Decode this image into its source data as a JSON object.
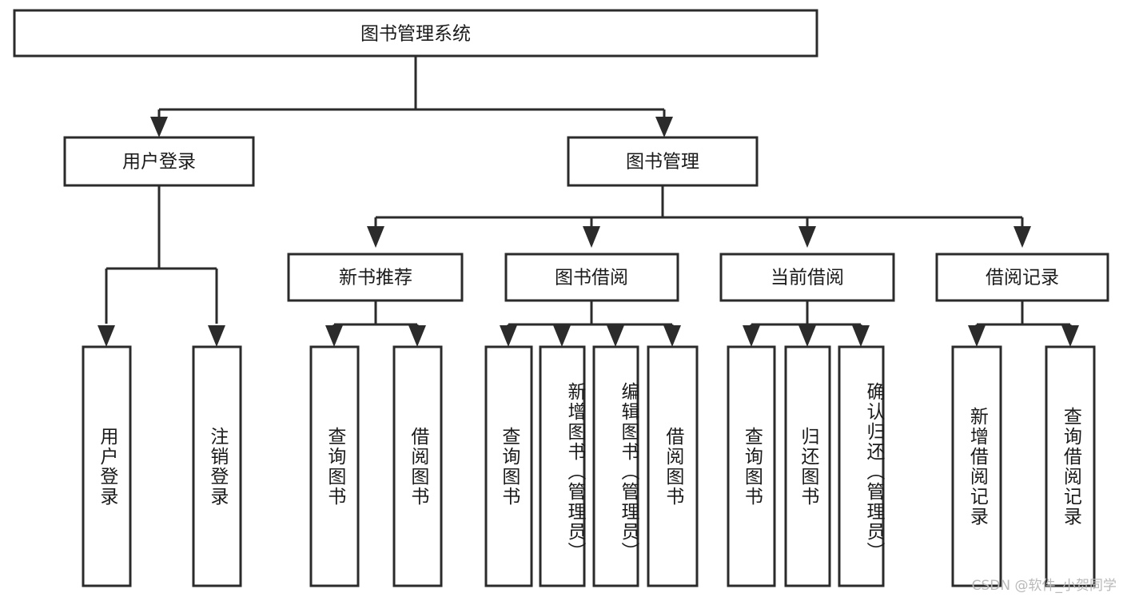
{
  "diagram": {
    "title": "图书管理系统",
    "type": "tree",
    "orientation": "top-down",
    "colors": {
      "stroke": "#2b2b2b",
      "box_fill": "#ffffff",
      "text": "#1a1a1a",
      "background": "#ffffff",
      "watermark": "#b9b9b9"
    },
    "root": {
      "label": "图书管理系统"
    },
    "level1": [
      {
        "label": "用户登录"
      },
      {
        "label": "图书管理"
      }
    ],
    "level2": [
      {
        "label": "新书推荐"
      },
      {
        "label": "图书借阅"
      },
      {
        "label": "当前借阅"
      },
      {
        "label": "借阅记录"
      }
    ],
    "leaves": {
      "user_login": [
        {
          "label": "用户登录"
        },
        {
          "label": "注销登录"
        }
      ],
      "new_book_recommend": [
        {
          "label": "查询图书"
        },
        {
          "label": "借阅图书"
        }
      ],
      "book_borrow": [
        {
          "label": "查询图书"
        },
        {
          "label": "新增图书（管理员）"
        },
        {
          "label": "编辑图书（管理员）"
        },
        {
          "label": "借阅图书"
        }
      ],
      "current_borrow": [
        {
          "label": "查询图书"
        },
        {
          "label": "归还图书"
        },
        {
          "label": "确认归还（管理员）"
        }
      ],
      "borrow_record": [
        {
          "label": "新增借阅记录"
        },
        {
          "label": "查询借阅记录"
        }
      ]
    }
  },
  "watermark": {
    "text": "CSDN @软件_小贺同学"
  }
}
